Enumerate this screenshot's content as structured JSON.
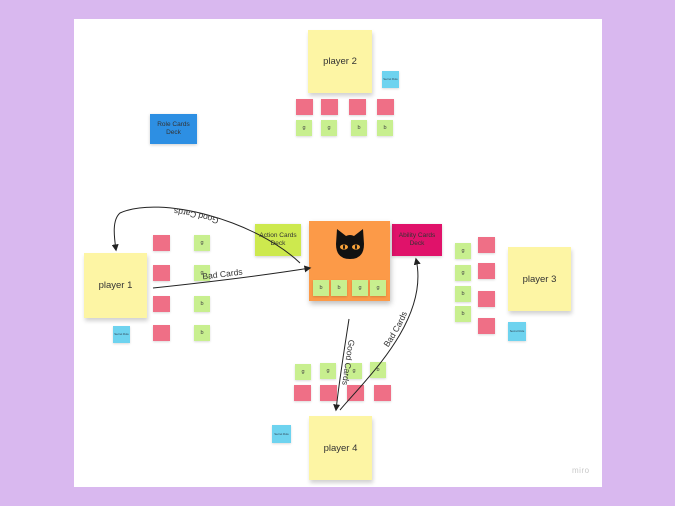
{
  "players": {
    "p1": "player 1",
    "p2": "player 2",
    "p3": "player 3",
    "p4": "player 4"
  },
  "decks": {
    "role": "Role Cards Deck",
    "action": "Action Cards Deck",
    "ability": "Ability Cards Deck"
  },
  "center_cards": [
    "b",
    "b",
    "g",
    "g"
  ],
  "p1_cards": [
    "g",
    "g",
    "b",
    "b"
  ],
  "p2_cards": [
    "g",
    "g",
    "b",
    "b"
  ],
  "p3_cards": [
    "g",
    "g",
    "b",
    "b"
  ],
  "p4_cards": [
    "g",
    "g",
    "g",
    "b"
  ],
  "cyan_note": "Secret Role",
  "arrows": {
    "good_top": "Good Cards",
    "bad_left": "Bad Cards",
    "good_bottom": "Good Cards",
    "bad_bottom": "Bad Cards"
  },
  "watermark": "miro",
  "colors": {
    "background": "#d9b8ef",
    "board": "#ffffff",
    "sticky_yellow": "#fdf5a4",
    "pink": "#ef6f86",
    "green": "#c8ef8f",
    "cyan": "#6ed3ef",
    "role_deck": "#2d8fe3",
    "action_deck": "#cde94e",
    "ability_deck": "#e0126a",
    "center": "#fc9a48"
  },
  "icons": {
    "center": "black-cat-icon"
  }
}
